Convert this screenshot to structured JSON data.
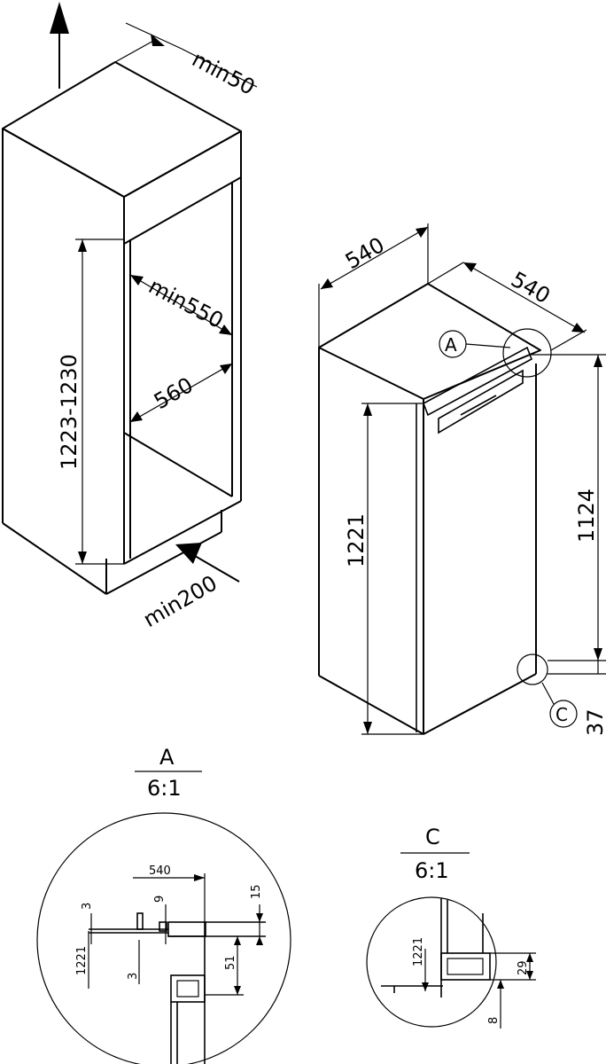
{
  "colors": {
    "ink": "#000000",
    "paper": "#ffffff"
  },
  "niche": {
    "top_gap": "min50",
    "depth": "min550",
    "width": "560",
    "height": "1223-1230",
    "bottom_vent": "min200"
  },
  "appliance": {
    "width": "540",
    "depth": "540",
    "height": "1221",
    "door_top": "1124",
    "door_bottom": "37",
    "callout_a": "A",
    "callout_c": "C"
  },
  "detail_a": {
    "title": "A",
    "scale": "6:1",
    "dims": {
      "width": "540",
      "d9": "9",
      "d15": "15",
      "d3_top": "3",
      "d3_bottom": "3",
      "d1221": "1221",
      "d51": "51"
    }
  },
  "detail_c": {
    "title": "C",
    "scale": "6:1",
    "dims": {
      "d1221": "1221",
      "d29": "29",
      "d8": "8"
    }
  }
}
